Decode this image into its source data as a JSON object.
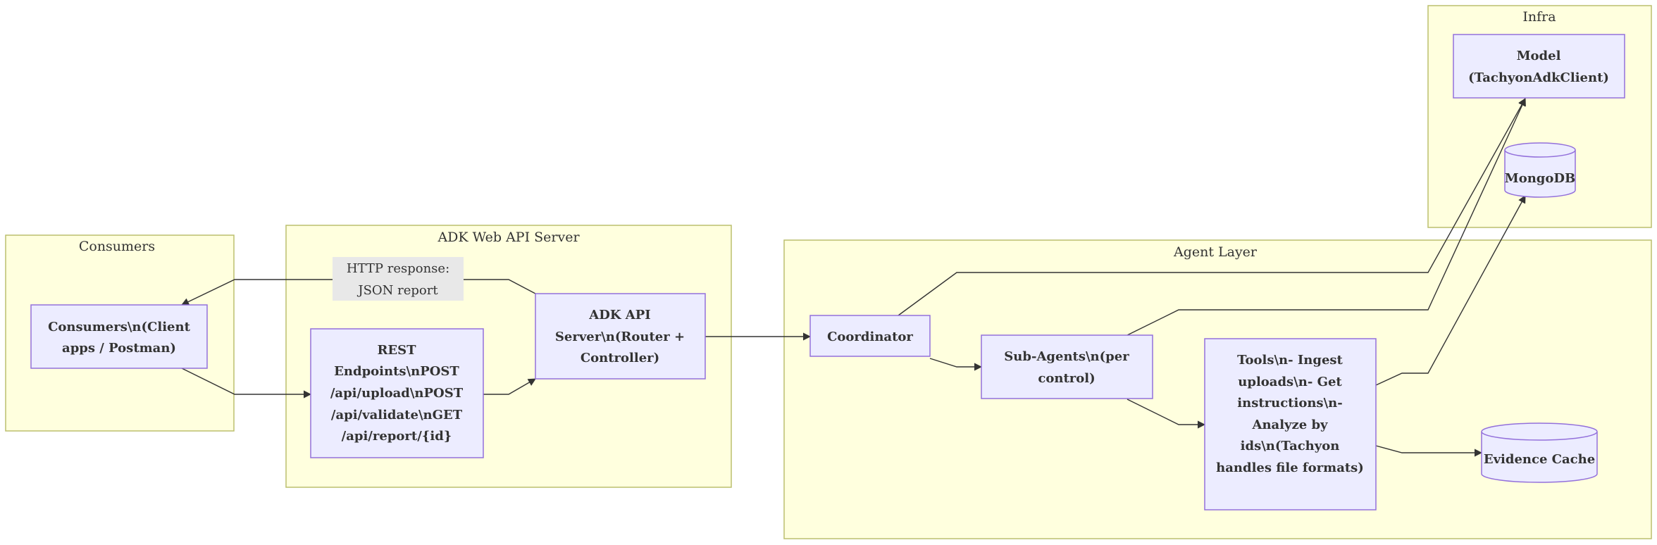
{
  "clusters": {
    "consumers": "Consumers",
    "adk_server": "ADK Web API Server",
    "agent_layer": "Agent Layer",
    "infra": "Infra"
  },
  "nodes": {
    "consumers": [
      "Consumers\\n(Client",
      "apps / Postman)"
    ],
    "rest": [
      "REST",
      "Endpoints\\nPOST",
      "/api/upload\\nPOST",
      "/api/validate\\nGET",
      "/api/report/{id}"
    ],
    "adk_api": [
      "ADK API",
      "Server\\n(Router +",
      "Controller)"
    ],
    "coordinator": [
      "Coordinator"
    ],
    "subagents": [
      "Sub-Agents\\n(per",
      "control)"
    ],
    "tools": [
      "Tools\\n- Ingest",
      "uploads\\n- Get",
      "instructions\\n-",
      "Analyze by",
      "ids\\n(Tachyon",
      "handles file formats)"
    ],
    "model": [
      "Model",
      "(TachyonAdkClient)"
    ],
    "mongodb": [
      "MongoDB"
    ],
    "evidence_cache": [
      "Evidence Cache"
    ]
  },
  "edge_labels": {
    "http_response": [
      "HTTP response:",
      "JSON report"
    ]
  }
}
